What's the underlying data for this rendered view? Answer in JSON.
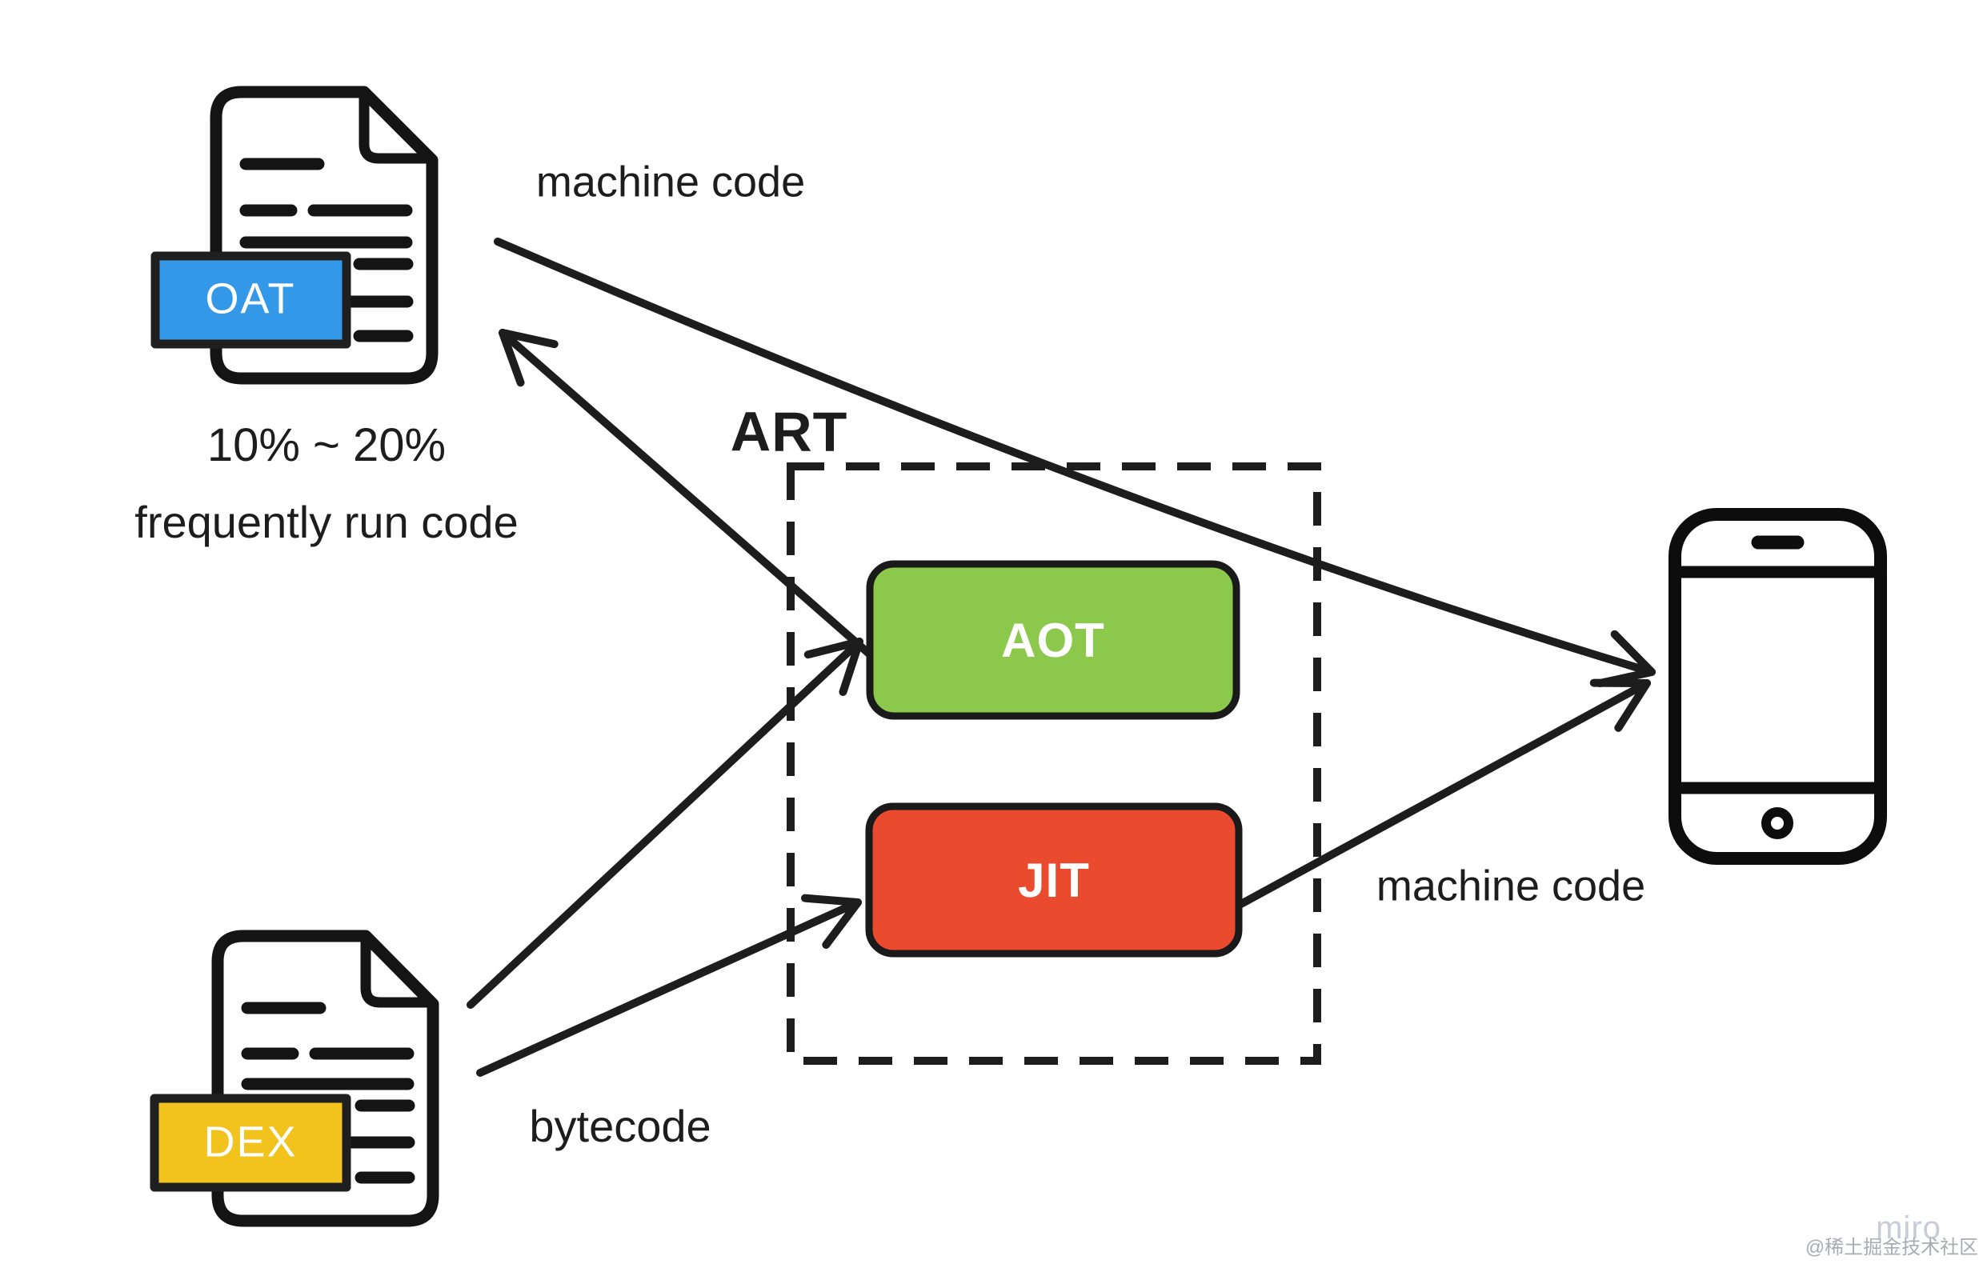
{
  "labels": {
    "machine_code_top": "machine code",
    "percent_range": "10% ~ 20%",
    "frequently_run_code": "frequently run code",
    "art": "ART",
    "bytecode": "bytecode",
    "machine_code_right": "machine code"
  },
  "files": {
    "oat": {
      "label": "OAT",
      "badge_color": "#3498e9"
    },
    "dex": {
      "label": "DEX",
      "badge_color": "#f2c31c"
    }
  },
  "nodes": {
    "aot": {
      "label": "AOT",
      "fill": "#8cc84b"
    },
    "jit": {
      "label": "JIT",
      "fill": "#ea4a2e"
    }
  },
  "flows": [
    {
      "from": "DEX",
      "to": "AOT",
      "label": "bytecode"
    },
    {
      "from": "DEX",
      "to": "JIT",
      "label": "bytecode"
    },
    {
      "from": "AOT",
      "to": "OAT",
      "label": "10% ~ 20% frequently run code"
    },
    {
      "from": "OAT",
      "to": "phone",
      "label": "machine code"
    },
    {
      "from": "JIT",
      "to": "phone",
      "label": "machine code"
    }
  ],
  "colors": {
    "line": "#1d1d1d",
    "text": "#1d1d1d",
    "icon_stroke": "#141414"
  },
  "watermark": {
    "brand": "miro",
    "credit": "@稀土掘金技术社区"
  }
}
